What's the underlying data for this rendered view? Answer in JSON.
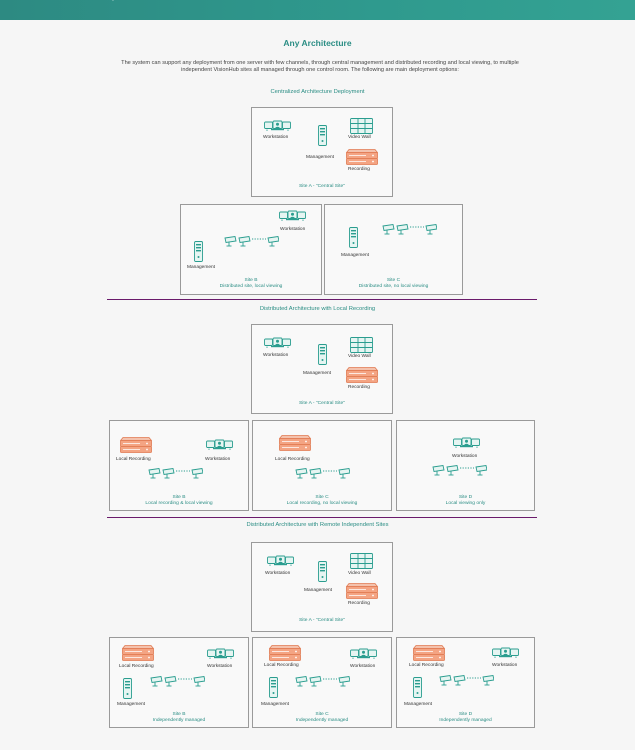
{
  "header": {
    "partial_text": "preferences"
  },
  "page": {
    "title": "Any Architecture",
    "intro": "The system can support any deployment from one server with few channels, through central management and distributed recording and local viewing, to multiple independent VisionHub sites all managed through one control room. The following are main deployment options:"
  },
  "labels": {
    "workstation": "Workstation",
    "management": "Management",
    "video_wall": "Video Wall",
    "recording": "Recording",
    "local_recording": "Local Recording",
    "central_site": "Site A - \"Central Site\""
  },
  "sections": [
    {
      "title": "Centralized Architecture Deployment",
      "sites": [
        {
          "name": "Site B",
          "desc": "Distributed site, local viewing"
        },
        {
          "name": "Site C",
          "desc": "Distributed site, no local viewing"
        }
      ]
    },
    {
      "title": "Distributed Architecture with Local Recording",
      "sites": [
        {
          "name": "Site B",
          "desc": "Local recording & local viewing"
        },
        {
          "name": "Site C",
          "desc": "Local recording, no local viewing"
        },
        {
          "name": "Site D",
          "desc": "Local viewing only"
        }
      ]
    },
    {
      "title": "Distributed Architecture with Remote Independent Sites",
      "sites": [
        {
          "name": "Site B",
          "desc": "Independently managed"
        },
        {
          "name": "Site C",
          "desc": "Independently managed"
        },
        {
          "name": "Site D",
          "desc": "Independently managed"
        }
      ]
    }
  ],
  "colors": {
    "teal": "#2a9d8f",
    "orange": "#e8825c",
    "divider": "#6a1a6b"
  }
}
